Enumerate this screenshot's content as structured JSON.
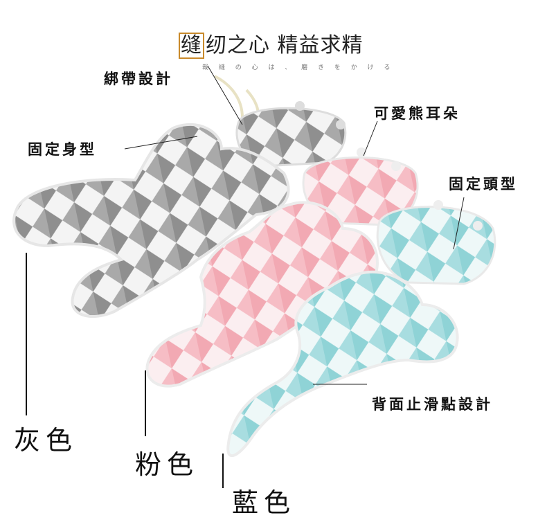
{
  "header": {
    "title_boxed": "缝",
    "title_rest": "纫之心 精益求精",
    "subtitle": "裁 縫 の 心 は 、 磨 き を か け る"
  },
  "callouts": {
    "strap": "綁帶設計",
    "body": "固定身型",
    "ears": "可愛熊耳朵",
    "head": "固定頭型",
    "back": "背面止滑點設計"
  },
  "colors_labels": {
    "gray": "灰色",
    "pink": "粉色",
    "blue": "藍色"
  },
  "colors": {
    "gray": "#8f8f8f",
    "pink": "#f2a9b3",
    "blue": "#8fd3d6"
  }
}
